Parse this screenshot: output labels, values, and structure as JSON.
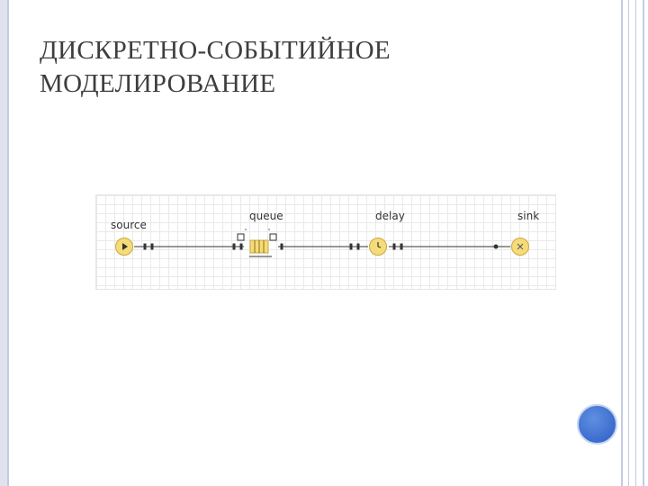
{
  "slide": {
    "title_line1": "ДИСКРЕТНО-СОБЫТИЙНОЕ",
    "title_line2": "МОДЕЛИРОВАНИЕ"
  },
  "diagram": {
    "blocks": {
      "source": "source",
      "queue": "queue",
      "delay": "delay",
      "sink": "sink"
    },
    "icons": {
      "source": "play-icon",
      "queue": "queue-icon",
      "delay": "clock-icon",
      "sink": "x-icon"
    }
  },
  "colors": {
    "block_fill": "#f6db7a",
    "block_stroke": "#c9a83e",
    "accent_circle": "#3b6ccf",
    "frame": "#c3cbe4"
  }
}
